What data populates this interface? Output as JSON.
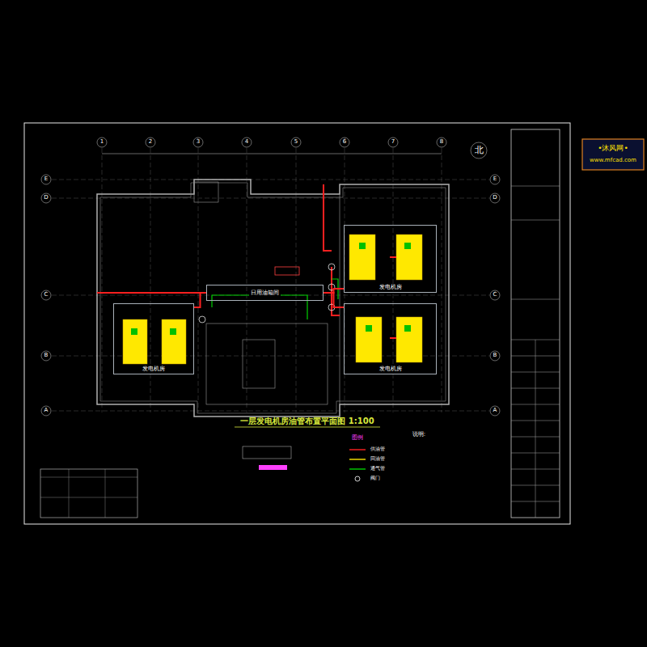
{
  "diagram": {
    "title": "一层发电机房油管布置平面图 1:100",
    "nodes": [
      {
        "text": [
          "日用油箱间"
        ]
      },
      {
        "text": [
          "发电机房"
        ]
      },
      {
        "text": [
          "发电机房"
        ]
      },
      {
        "text": [
          "发电机房"
        ]
      }
    ],
    "edges": [
      {
        "from": 0,
        "to": 1,
        "arrow": "none"
      },
      {
        "from": 0,
        "to": 2,
        "arrow": "none"
      },
      {
        "from": 0,
        "to": 3,
        "arrow": "none"
      }
    ],
    "labels": [
      "北",
      "1",
      "2",
      "3",
      "4",
      "5",
      "6",
      "7",
      "8",
      "E",
      "D",
      "C",
      "B",
      "A",
      "E",
      "D",
      "C",
      "B",
      "A",
      "•沐风网•",
      "www.mfcad.com",
      "说明:",
      "图例"
    ],
    "legend": [
      {
        "text": "供油管"
      },
      {
        "text": "回油管"
      },
      {
        "text": "通气管"
      },
      {
        "text": "阀门"
      }
    ]
  }
}
